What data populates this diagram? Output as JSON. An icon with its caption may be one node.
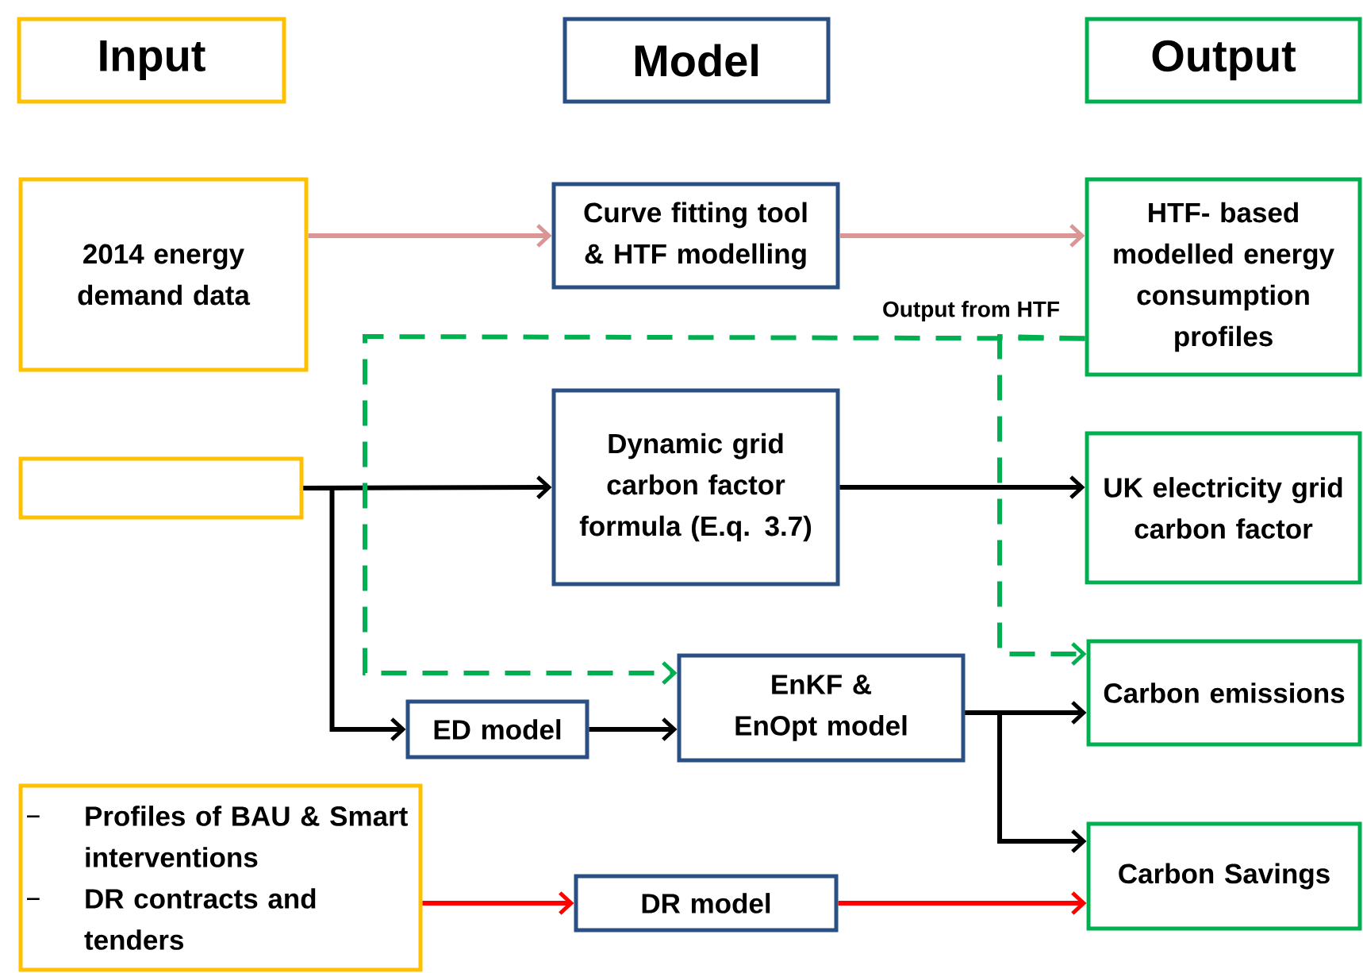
{
  "diagram": {
    "nodes": [
      {
        "text": [
          "Input"
        ]
      },
      {
        "text": [
          "Model"
        ]
      },
      {
        "text": [
          "Output"
        ]
      },
      {
        "text": [
          "2014 energy demand data"
        ]
      },
      {
        "text": [
          "Curve fitting tool & HTF modelling"
        ]
      },
      {
        "text": [
          "HTF- based modelled energy consumption profiles"
        ]
      },
      {
        "text": [],
        "shape": "box"
      },
      {
        "text": [
          "Dynamic grid carbon factor formula (E.q. 3.7)"
        ]
      },
      {
        "text": [
          "UK electricity grid carbon factor"
        ]
      },
      {
        "text": [
          "ED model"
        ]
      },
      {
        "text": [
          "EnKF & EnOpt model"
        ]
      },
      {
        "text": [
          "Carbon emissions"
        ]
      },
      {
        "text": [
          "Profiles of BAU & Smart interventions",
          "DR contracts and tenders"
        ]
      },
      {
        "text": [
          "DR model"
        ]
      },
      {
        "text": [
          "Carbon Savings"
        ]
      }
    ],
    "edges": [
      {
        "from": 3,
        "to": 4,
        "arrow": "to",
        "color": "#d99694"
      },
      {
        "from": 4,
        "to": 5,
        "arrow": "to",
        "color": "#d99694"
      },
      {
        "from": 6,
        "to": 7,
        "arrow": "to"
      },
      {
        "from": 6,
        "to": 9,
        "arrow": "to"
      },
      {
        "from": 7,
        "to": 8,
        "arrow": "to"
      },
      {
        "from": 5,
        "to": 10,
        "arrow": "to",
        "style": "dashed",
        "color": "#00b050",
        "label": "Output from HTF"
      },
      {
        "from": 5,
        "to": 11,
        "arrow": "to",
        "style": "dashed",
        "color": "#00b050"
      },
      {
        "from": 9,
        "to": 10,
        "arrow": "to"
      },
      {
        "from": 10,
        "to": 11,
        "arrow": "to"
      },
      {
        "from": 10,
        "to": 14,
        "arrow": "to"
      },
      {
        "from": 12,
        "to": 13,
        "arrow": "to",
        "color": "#ff0000"
      },
      {
        "from": 13,
        "to": 14,
        "arrow": "to",
        "color": "#ff0000"
      }
    ]
  }
}
